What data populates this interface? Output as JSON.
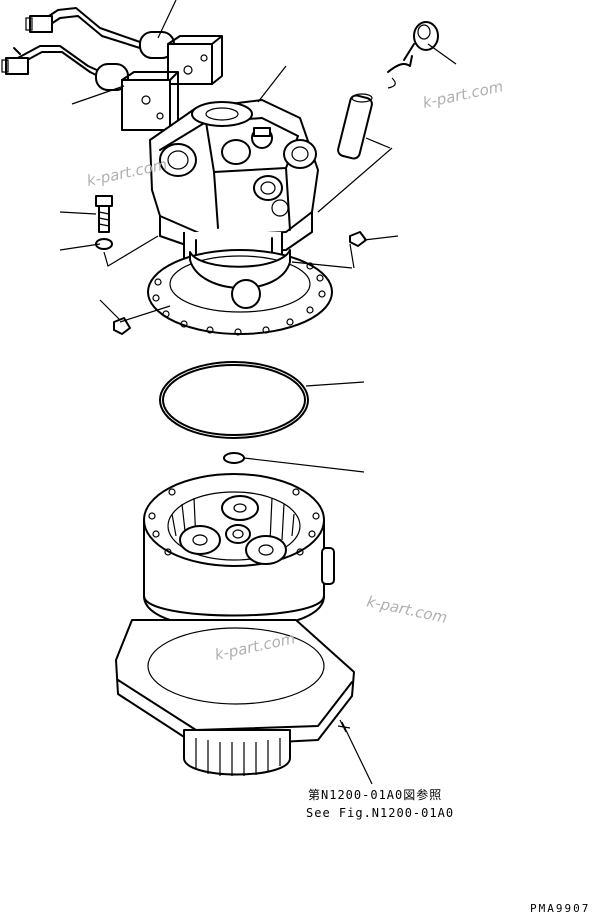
{
  "reference_note": {
    "line_jp": "第N1200-01A0図参照",
    "line_en": "See Fig.N1200-01A0"
  },
  "page_code": "PMA9907",
  "watermark": "k-part.com",
  "colors": {
    "ink": "#000000",
    "watermark": "#b0b0b0",
    "paper": "#ffffff"
  }
}
